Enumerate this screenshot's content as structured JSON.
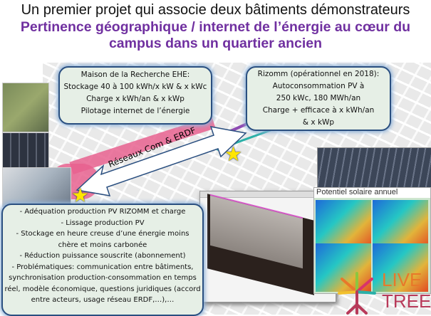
{
  "title": "Un premier projet qui associe deux bâtiments démonstrateurs",
  "subtitle": "Pertinence géographique / internet de l’énergie au cœur du campus dans un quartier ancien",
  "box_maison": [
    "Maison de la Recherche EHE:",
    "Stockage 40 à 100 kWh/x kW & x kWc",
    "Charge x kWh/an & x kWp",
    "Pilotage internet de l’énergie"
  ],
  "box_rizomm": [
    "Rizomm (opérationnel en 2018):",
    "Autoconsommation PV à",
    "250 kWc, 180 MWh/an",
    "Charge + efficace à x kWh/an",
    "& x kWp"
  ],
  "arrow_label": "Réseaux Com & ERDF",
  "box_points": [
    "- Adéquation production PV RIZOMM et charge",
    "- Lissage production PV",
    "- Stockage en heure creuse d’une énergie moins chère et moins carbonée",
    "- Réduction puissance souscrite (abonnement)",
    "- Problématiques: communication entre bâtiments, synchronisation production-consommation en temps réel, modèle économique, questions juridiques (accord entre acteurs, usage réseau ERDF,…),…"
  ],
  "solar_title": "Potentiel solaire annuel",
  "logo": {
    "line1": "LIVE",
    "line2": "TREE"
  },
  "colors": {
    "accent": "#7030a0",
    "box_border": "#2a4f80",
    "box_bg": "#e6efe6",
    "logo": "#e8782a"
  }
}
